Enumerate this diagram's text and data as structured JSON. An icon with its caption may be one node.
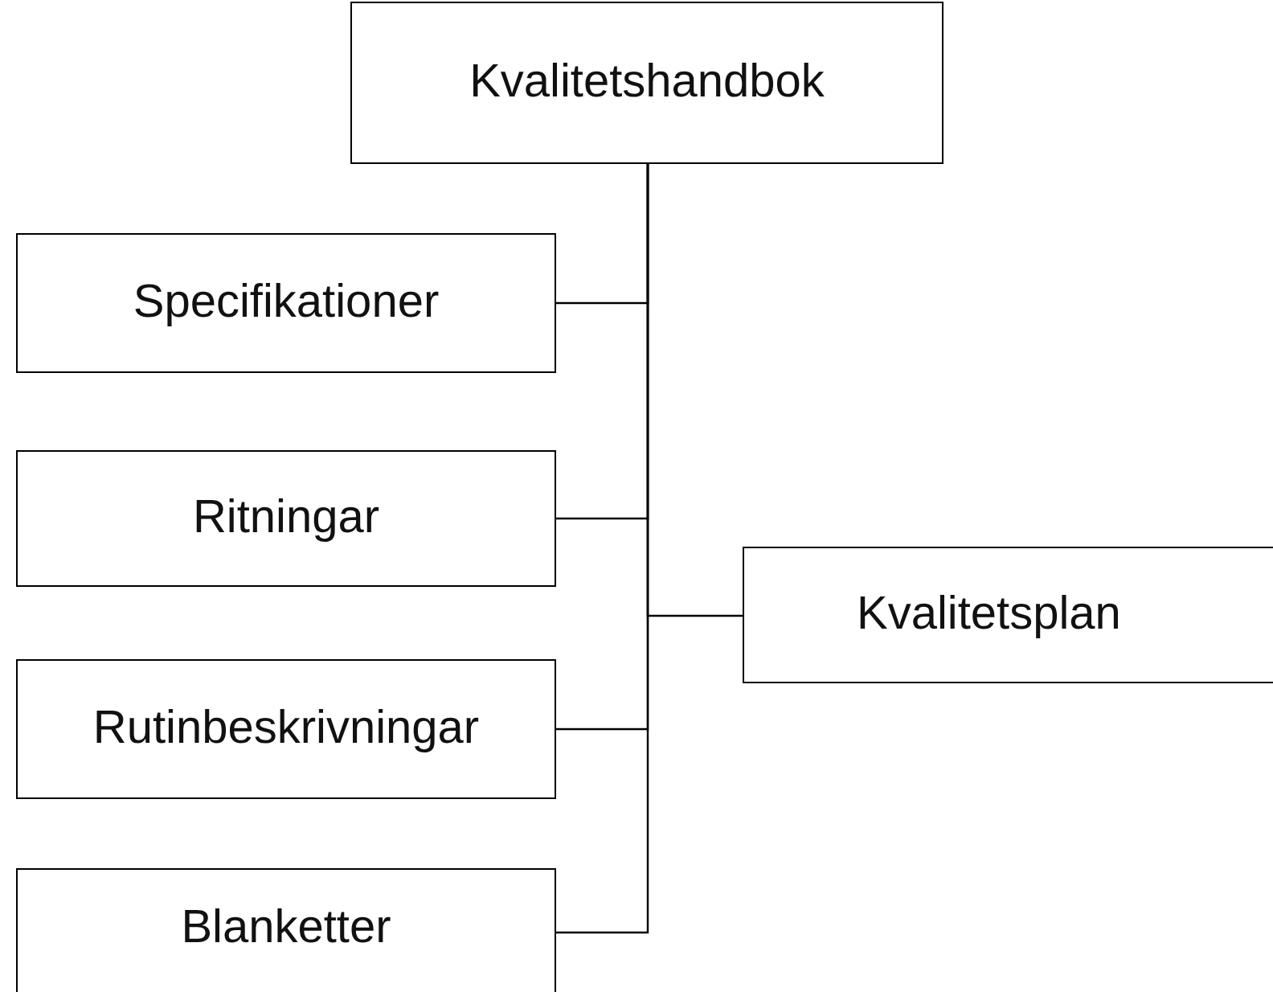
{
  "diagram": {
    "nodes": [
      {
        "text": [
          "Kvalitetshandbok"
        ]
      },
      {
        "text": [
          "Specifikationer"
        ]
      },
      {
        "text": [
          "Ritningar"
        ]
      },
      {
        "text": [
          "Kvalitetsplan"
        ]
      },
      {
        "text": [
          "Rutinbeskrivningar"
        ]
      },
      {
        "text": [
          "Blanketter"
        ]
      }
    ],
    "edges": [
      {
        "from": 0,
        "to": 1,
        "arrow": "none"
      },
      {
        "from": 0,
        "to": 2,
        "arrow": "none"
      },
      {
        "from": 0,
        "to": 3,
        "arrow": "none"
      },
      {
        "from": 0,
        "to": 4,
        "arrow": "none"
      },
      {
        "from": 0,
        "to": 5,
        "arrow": "none"
      }
    ]
  }
}
